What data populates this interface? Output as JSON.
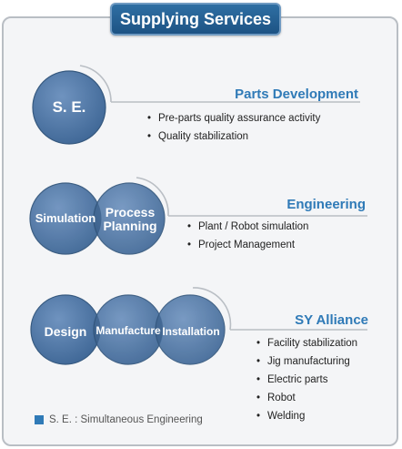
{
  "title": "Supplying Services",
  "sections": [
    {
      "heading": "Parts Development",
      "circles": [
        "S. E."
      ],
      "bullets": [
        "Pre-parts quality assurance activity",
        "Quality stabilization"
      ]
    },
    {
      "heading": "Engineering",
      "circles": [
        "Simulation",
        "Process Planning"
      ],
      "bullets": [
        "Plant / Robot simulation",
        "Project Management"
      ]
    },
    {
      "heading": "SY Alliance",
      "circles": [
        "Design",
        "Manufacture",
        "Installation"
      ],
      "bullets": [
        "Facility stabilization",
        "Jig manufacturing",
        "Electric parts",
        "Robot",
        "Welding"
      ]
    }
  ],
  "bullet_mark": "•",
  "legend": "S. E. : Simultaneous Engineering",
  "colors": {
    "title_bg": "#1d5384",
    "circle_fill": "#4f77a7",
    "circle_edge": "#36597f",
    "heading": "#2f7ab7",
    "connector": "#b9bec4"
  }
}
